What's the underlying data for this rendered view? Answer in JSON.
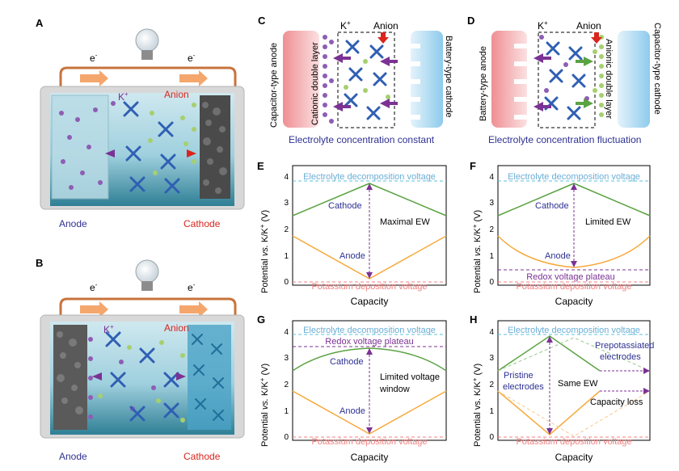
{
  "panels": {
    "A": {
      "letter": "A",
      "electron_left": "e",
      "electron_right": "e",
      "superscript": "-",
      "cation": "K",
      "cation_sup": "+",
      "anion": "Anion",
      "anode": "Anode",
      "cathode": "Cathode"
    },
    "B": {
      "letter": "B",
      "electron_left": "e",
      "electron_right": "e",
      "superscript": "-",
      "cation": "K",
      "cation_sup": "+",
      "anion": "Anion",
      "anode": "Anode",
      "cathode": "Cathode"
    },
    "C": {
      "letter": "C",
      "left_electrode": "Capacitor-type anode",
      "right_electrode": "Battery-type cathode",
      "layer": "Cationic double layer",
      "cation": "K",
      "cation_sup": "+",
      "anion": "Anion",
      "caption": "Electrolyte concentration constant"
    },
    "D": {
      "letter": "D",
      "left_electrode": "Battery-type anode",
      "right_electrode": "Capacitor-type cathode",
      "layer": "Anionic double layer",
      "cation": "K",
      "cation_sup": "+",
      "anion": "Anion",
      "caption": "Electrolyte concentration fluctuation"
    }
  },
  "charts": {
    "ylabel_pre": "Potential ",
    "ylabel_vs": "vs.",
    "ylabel_vs_plain": "vs.",
    "ylabel_post": " K/K",
    "ylabel_sup": "+",
    "ylabel_unit": " (V)",
    "xlabel": "Capacity",
    "ticks": [
      "0",
      "1",
      "2",
      "3",
      "4"
    ],
    "upper_line": "Electrolyte decomposition voltage",
    "lower_line": "Potassium deposition voltage",
    "E": {
      "letter": "E",
      "cathode": "Cathode",
      "anode": "Anode",
      "ew": "Maximal EW"
    },
    "F": {
      "letter": "F",
      "cathode": "Cathode",
      "anode": "Anode",
      "ew": "Limited EW",
      "plateau": "Redox voltage plateau"
    },
    "G": {
      "letter": "G",
      "cathode": "Cathode",
      "anode": "Anode",
      "ew1": "Limited voltage",
      "ew2": "window",
      "plateau": "Redox voltage plateau"
    },
    "H": {
      "letter": "H",
      "ew": "Same EW",
      "pristine1": "Pristine",
      "pristine2": "electrodes",
      "prepot1": "Prepotassiated",
      "prepot2": "electrodes",
      "loss": "Capacity loss"
    }
  },
  "colors": {
    "anode_blue": "#2e3192",
    "cathode_red": "#d9251d",
    "cathode_green": "#5aa342",
    "anode_orange": "#f7a93c",
    "purple": "#7b3294",
    "cyan_dash": "#5bc0de",
    "pink_dash": "#f08080",
    "copper": "#c8733d"
  }
}
